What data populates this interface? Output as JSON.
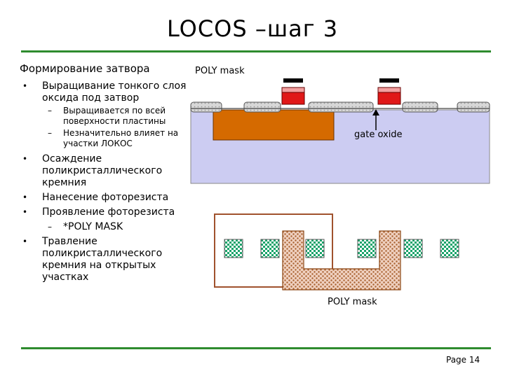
{
  "title": "LOCOS –шаг 3",
  "left": {
    "heading": "Формирование затвора",
    "bullets": [
      {
        "text": "Выращивание тонкого слоя оксида под затвор"
      },
      {
        "text": "Выращивается по всей поверхности пластины",
        "level": 2
      },
      {
        "text": "Незначительно влияет на участки ЛОКОС",
        "level": 2
      },
      {
        "text": "Осаждение поликристаллического кремния"
      },
      {
        "text": "Нанесение фоторезиста"
      },
      {
        "text": "Проявление фоторезиста"
      },
      {
        "text": "*POLY MASK",
        "level": 2
      },
      {
        "text": "Травление поликристаллического кремния на открытых участках"
      }
    ]
  },
  "diagram": {
    "mask_label_top": "POLY mask",
    "gate_oxide_label": "gate oxide",
    "mask_label_bottom": "POLY mask"
  },
  "footer": {
    "page": "Page 14"
  },
  "colors": {
    "accent_rule": "#2e8b2e",
    "substrate": "#ccccf2",
    "well": "#d56a00",
    "resist": "#e01818",
    "mask": "#000000",
    "active_tile": "#1aa36a",
    "poly": "#e7b69a",
    "outline": "#a0522d"
  }
}
